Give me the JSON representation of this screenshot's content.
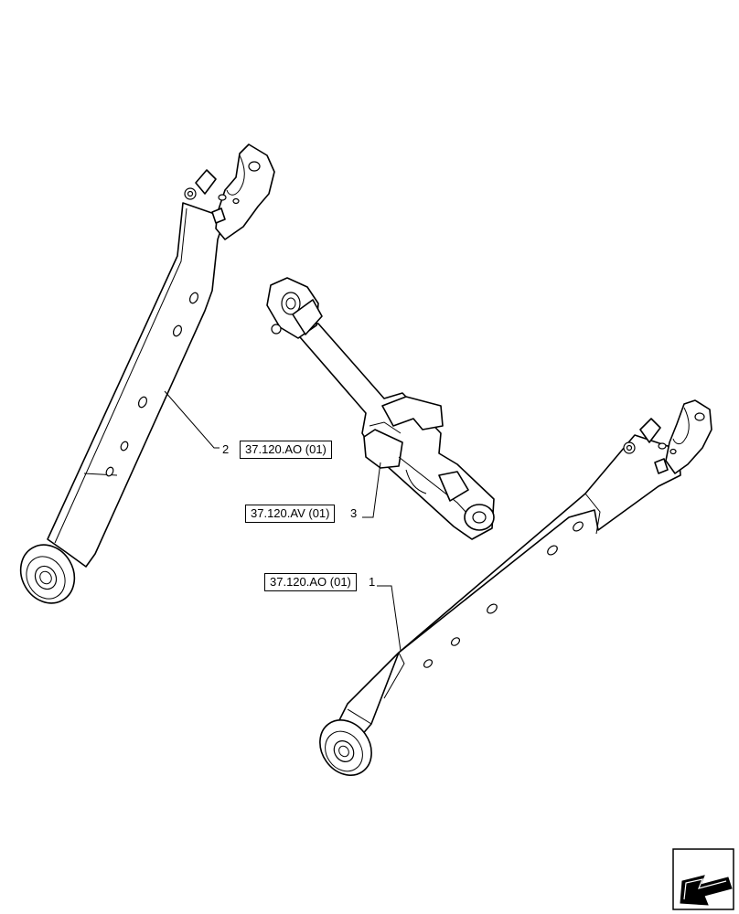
{
  "callouts": [
    {
      "item": "2",
      "ref": "37.120.AO (01)"
    },
    {
      "item": "3",
      "ref": "37.120.AV (01)"
    },
    {
      "item": "1",
      "ref": "37.120.AO (01)"
    }
  ],
  "icons": {
    "navigation": "next-page-arrow-icon"
  }
}
